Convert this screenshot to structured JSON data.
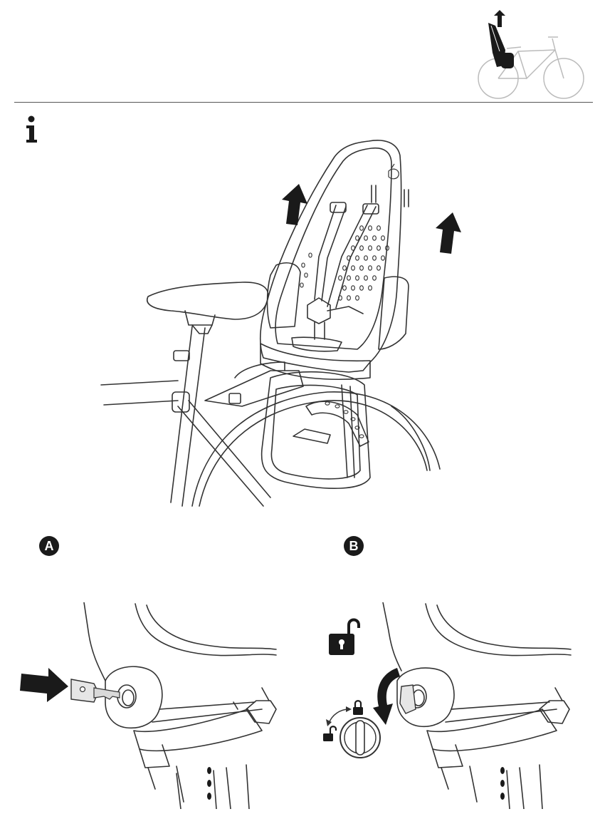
{
  "badges": {
    "a": "A",
    "b": "B"
  },
  "icons": {
    "info": "info-icon",
    "thumbnail": "bike-seat-thumbnail",
    "arrow_up": "arrow-up-icon",
    "arrow_right": "arrow-right-icon",
    "arrow_rotate": "rotate-arrow-icon",
    "lock_open": "unlocked-padlock-icon",
    "lock_closed": "locked-padlock-icon",
    "key": "key-icon"
  },
  "colors": {
    "ink": "#1a1a1a",
    "line": "#333333",
    "faint": "#bbbbbb",
    "badge_text": "#ffffff"
  }
}
